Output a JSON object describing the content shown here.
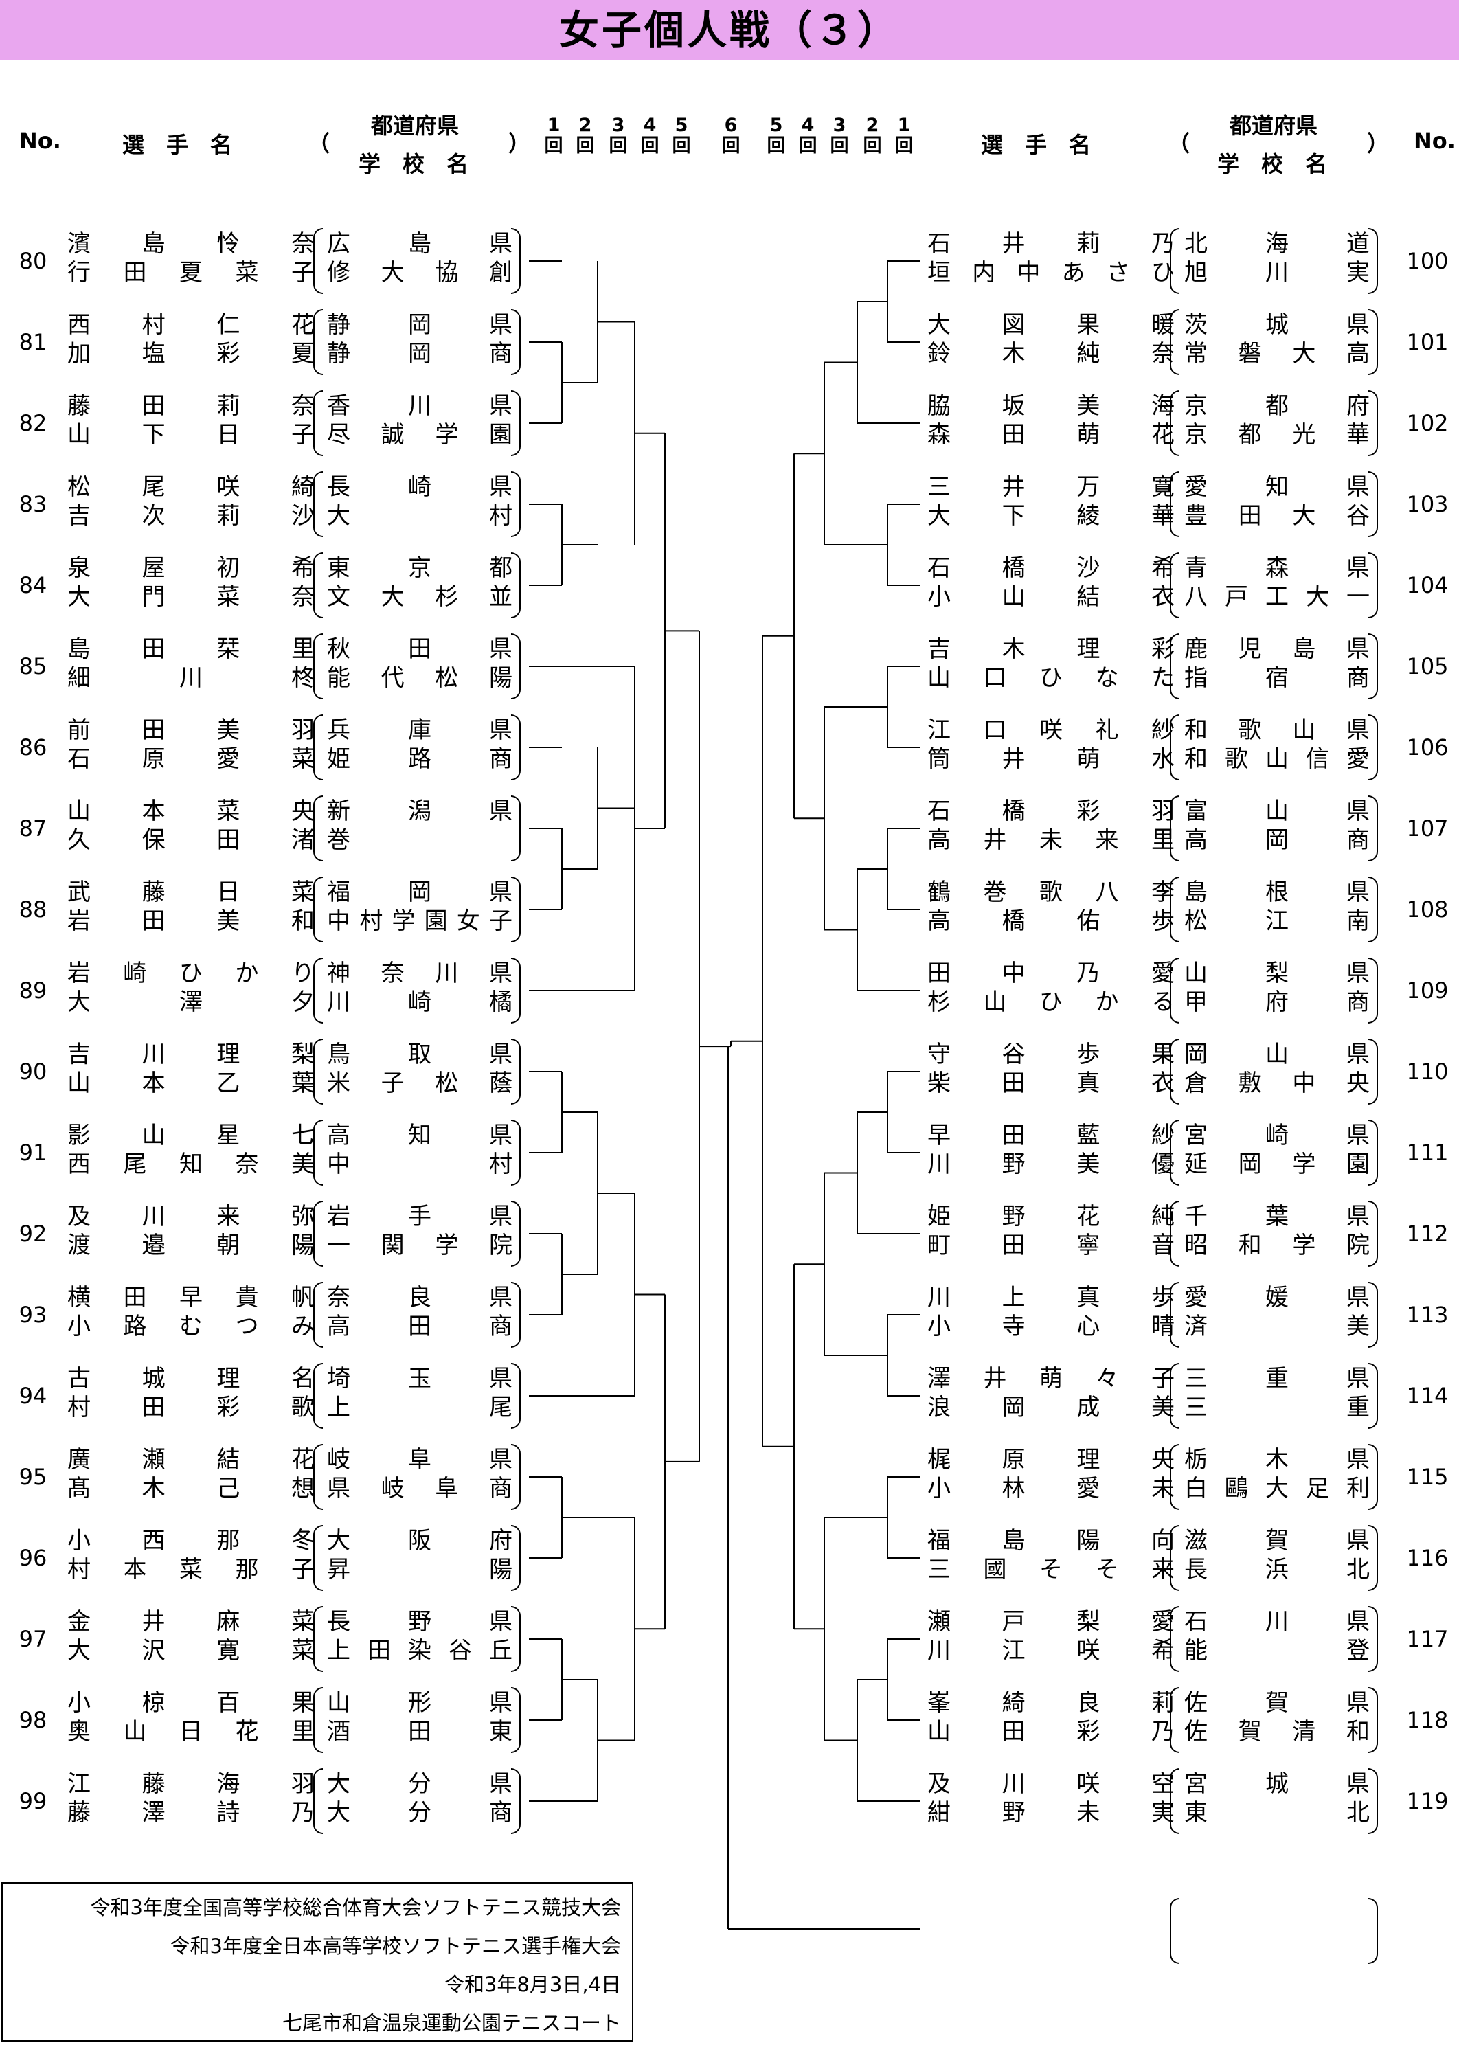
{
  "title": "女子個人戦（３）",
  "header": {
    "no_label": "No.",
    "name_label": "選　手　名",
    "paren_open": "（",
    "paren_close": "）",
    "pref_label": "都道府県",
    "school_label": "学　校　名",
    "rounds_left": [
      "1\n回",
      "2\n回",
      "3\n回",
      "4\n回",
      "5\n回"
    ],
    "round_final": "6\n回",
    "rounds_right": [
      "5\n回",
      "4\n回",
      "3\n回",
      "2\n回",
      "1\n回"
    ]
  },
  "left_entries": [
    {
      "no": "80",
      "p1": "濱島怜奈",
      "p2": "行田夏菜子",
      "pref": "広島県",
      "school": "修大協創"
    },
    {
      "no": "81",
      "p1": "西村仁花",
      "p2": "加塩彩夏",
      "pref": "静岡県",
      "school": "静岡商"
    },
    {
      "no": "82",
      "p1": "藤田莉奈",
      "p2": "山下日子",
      "pref": "香川県",
      "school": "尽誠学園"
    },
    {
      "no": "83",
      "p1": "松尾咲綺",
      "p2": "吉次莉沙",
      "pref": "長崎県",
      "school": "大村"
    },
    {
      "no": "84",
      "p1": "泉屋初希",
      "p2": "大門菜奈",
      "pref": "東京都",
      "school": "文大杉並"
    },
    {
      "no": "85",
      "p1": "島田栞里",
      "p2": "細川柊",
      "pref": "秋田県",
      "school": "能代松陽"
    },
    {
      "no": "86",
      "p1": "前田美羽",
      "p2": "石原愛菜",
      "pref": "兵庫県",
      "school": "姫路商"
    },
    {
      "no": "87",
      "p1": "山本菜央",
      "p2": "久保田渚",
      "pref": "新潟県",
      "school": "巻"
    },
    {
      "no": "88",
      "p1": "武藤日菜",
      "p2": "岩田美和",
      "pref": "福岡県",
      "school": "中村学園女子"
    },
    {
      "no": "89",
      "p1": "岩崎ひかり",
      "p2": "大澤夕",
      "pref": "神奈川県",
      "school": "川崎橘"
    },
    {
      "no": "90",
      "p1": "吉川理梨",
      "p2": "山本乙葉",
      "pref": "鳥取県",
      "school": "米子松蔭"
    },
    {
      "no": "91",
      "p1": "影山星七",
      "p2": "西尾知奈美",
      "pref": "高知県",
      "school": "中村"
    },
    {
      "no": "92",
      "p1": "及川来弥",
      "p2": "渡邉朝陽",
      "pref": "岩手県",
      "school": "一関学院"
    },
    {
      "no": "93",
      "p1": "横田早貴帆",
      "p2": "小路むつみ",
      "pref": "奈良県",
      "school": "高田商"
    },
    {
      "no": "94",
      "p1": "古城理名",
      "p2": "村田彩歌",
      "pref": "埼玉県",
      "school": "上尾"
    },
    {
      "no": "95",
      "p1": "廣瀬結花",
      "p2": "髙木己想",
      "pref": "岐阜県",
      "school": "県岐阜商"
    },
    {
      "no": "96",
      "p1": "小西那冬",
      "p2": "村本菜那子",
      "pref": "大阪府",
      "school": "昇陽"
    },
    {
      "no": "97",
      "p1": "金井麻菜",
      "p2": "大沢寛菜",
      "pref": "長野県",
      "school": "上田染谷丘"
    },
    {
      "no": "98",
      "p1": "小椋百果",
      "p2": "奥山日花里",
      "pref": "山形県",
      "school": "酒田東"
    },
    {
      "no": "99",
      "p1": "江藤海羽",
      "p2": "藤澤詩乃",
      "pref": "大分県",
      "school": "大分商"
    }
  ],
  "right_entries": [
    {
      "no": "100",
      "p1": "石井莉乃",
      "p2": "垣内中あさひ",
      "pref": "北海道",
      "school": "旭川実"
    },
    {
      "no": "101",
      "p1": "大図果暖",
      "p2": "鈴木純奈",
      "pref": "茨城県",
      "school": "常磐大高"
    },
    {
      "no": "102",
      "p1": "脇坂美海",
      "p2": "森田萌花",
      "pref": "京都府",
      "school": "京都光華"
    },
    {
      "no": "103",
      "p1": "三井万寛",
      "p2": "大下綾華",
      "pref": "愛知県",
      "school": "豊田大谷"
    },
    {
      "no": "104",
      "p1": "石橋沙希",
      "p2": "小山結衣",
      "pref": "青森県",
      "school": "八戸工大一"
    },
    {
      "no": "105",
      "p1": "吉木理彩",
      "p2": "山口ひなた",
      "pref": "鹿児島県",
      "school": "指宿商"
    },
    {
      "no": "106",
      "p1": "江口咲礼紗",
      "p2": "筒井萌水",
      "pref": "和歌山県",
      "school": "和歌山信愛"
    },
    {
      "no": "107",
      "p1": "石橋彩羽",
      "p2": "高井未来里",
      "pref": "富山県",
      "school": "高岡商"
    },
    {
      "no": "108",
      "p1": "鶴巻歌八李",
      "p2": "高橋佑歩",
      "pref": "島根県",
      "school": "松江南"
    },
    {
      "no": "109",
      "p1": "田中乃愛",
      "p2": "杉山ひかる",
      "pref": "山梨県",
      "school": "甲府商"
    },
    {
      "no": "110",
      "p1": "守谷歩果",
      "p2": "柴田真衣",
      "pref": "岡山県",
      "school": "倉敷中央"
    },
    {
      "no": "111",
      "p1": "早田藍紗",
      "p2": "川野美優",
      "pref": "宮崎県",
      "school": "延岡学園"
    },
    {
      "no": "112",
      "p1": "姫野花純",
      "p2": "町田寧音",
      "pref": "千葉県",
      "school": "昭和学院"
    },
    {
      "no": "113",
      "p1": "川上真歩",
      "p2": "小寺心晴",
      "pref": "愛媛県",
      "school": "済美"
    },
    {
      "no": "114",
      "p1": "澤井萌々子",
      "p2": "浪岡成美",
      "pref": "三重県",
      "school": "三重"
    },
    {
      "no": "115",
      "p1": "梶原理央",
      "p2": "小林愛未",
      "pref": "栃木県",
      "school": "白鷗大足利"
    },
    {
      "no": "116",
      "p1": "福島陽向",
      "p2": "三國そそ来",
      "pref": "滋賀県",
      "school": "長浜北"
    },
    {
      "no": "117",
      "p1": "瀬戸梨愛",
      "p2": "川江咲希",
      "pref": "石川県",
      "school": "能登"
    },
    {
      "no": "118",
      "p1": "峯綺良莉",
      "p2": "山田彩乃",
      "pref": "佐賀県",
      "school": "佐賀清和"
    },
    {
      "no": "119",
      "p1": "及川咲空",
      "p2": "紺野未実",
      "pref": "宮城県",
      "school": "東北"
    }
  ],
  "footer": {
    "line1": "令和3年度全国高等学校総合体育大会ソフトテニス競技大会",
    "line2": "令和3年度全日本高等学校ソフトテニス選手権大会",
    "line3": "令和3年8月3日,4日",
    "line4": "七尾市和倉温泉運動公園テニスコート"
  }
}
